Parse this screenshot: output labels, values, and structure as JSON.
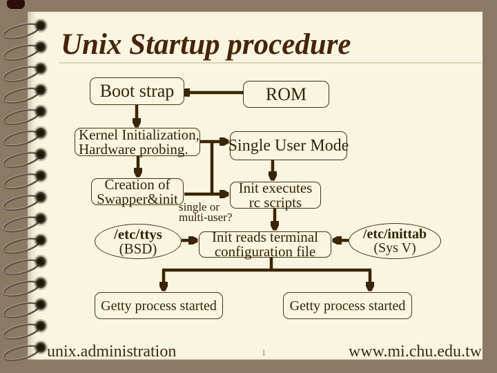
{
  "slide": {
    "title": "Unix Startup procedure",
    "page_number": "1",
    "footer_left": "unix.administration",
    "footer_right": "www.mi.chu.edu.tw"
  },
  "diagram": {
    "nodes": {
      "bootstrap": {
        "label": "Boot strap"
      },
      "rom": {
        "label": "ROM"
      },
      "kernel": {
        "line1": "Kernel Initialization,",
        "line2": "Hardware probing."
      },
      "single_user": {
        "label": "Single User Mode"
      },
      "creation": {
        "line1": "Creation of",
        "line2": "Swapper&init"
      },
      "init_exec": {
        "line1": "Init executes",
        "line2": "rc scripts"
      },
      "init_reads": {
        "line1": "Init reads terminal",
        "line2": "configuration file"
      },
      "etc_ttys": {
        "line1": "/etc/ttys",
        "line2": "(BSD)"
      },
      "etc_inittab": {
        "line1": "/etc/inittab",
        "line2": "(Sys V)"
      },
      "getty_left": {
        "label": "Getty process started"
      },
      "getty_right": {
        "label": "Getty process started"
      }
    },
    "labels": {
      "branch_line1": "single or",
      "branch_line2": "multi-user?"
    },
    "colors": {
      "background": "#8c7963",
      "page": "#f9f5e0",
      "arrow_ink": "#3a2504",
      "title_ink": "#46250a",
      "text_ink": "#332309"
    }
  }
}
